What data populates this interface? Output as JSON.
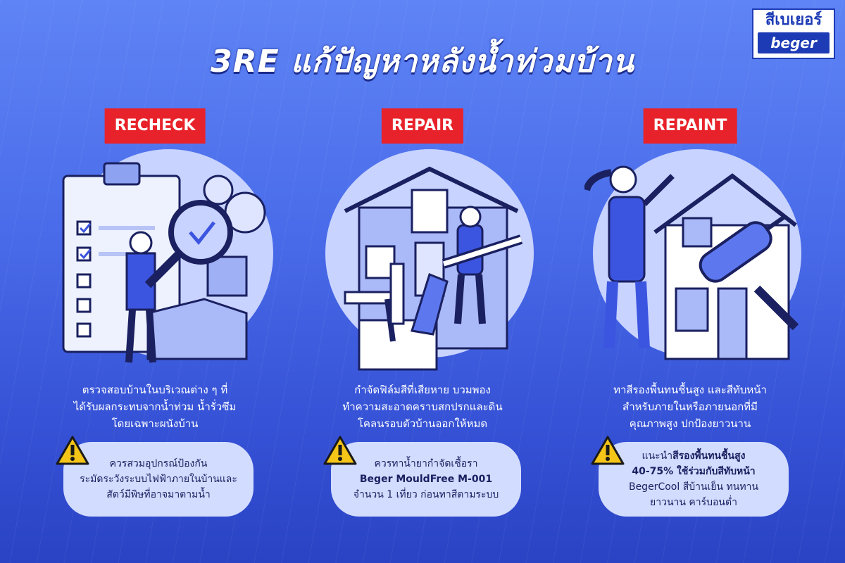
{
  "title": "3RE แก้ปัญหาหลังน้ำท่วมบ้าน",
  "logo": {
    "thai": "สีเบเยอร์",
    "latin": "beger"
  },
  "sections": [
    {
      "label": "RECHECK",
      "illustration": "clipboard-magnifier-icon",
      "desc": [
        "ตรวจสอบบ้านในบริเวณต่าง ๆ ที่",
        "ได้รับผลกระทบจากน้ำท่วม น้ำรั่วซึม",
        "โดยเฉพาะผนังบ้าน"
      ],
      "tip": [
        "ควรสวมอุปกรณ์ป้องกัน",
        "ระมัดระวังระบบไฟฟ้าภายในบ้านและ",
        "สัตว์มีพิษที่อาจมาตามน้ำ"
      ]
    },
    {
      "label": "REPAIR",
      "illustration": "house-repair-toolbox-icon",
      "desc": [
        "กำจัดฟิล์มสีที่เสียหาย บวมพอง",
        "ทำความสะอาดคราบสกปรกและดิน",
        "โคลนรอบตัวบ้านออกให้หมด"
      ],
      "tip": [
        "ควรทาน้ำยากำจัดเชื้อรา",
        "Beger MouldFree M-001",
        "จำนวน 1 เที่ยว ก่อนทาสีตามระบบ"
      ]
    },
    {
      "label": "REPAINT",
      "illustration": "woman-paint-roller-icon",
      "desc": [
        "ทาสีรองพื้นทนชื้นสูง และสีทับหน้า",
        "สำหรับภายในหรือภายนอกที่มี",
        "คุณภาพสูง ปกป้องยาวนาน"
      ],
      "tip_prefix": "แนะนำ",
      "tip_bold": "สีรองพื้นทนชื้นสูง",
      "tip": [
        "40-75% ใช้ร่วมกับสีทับหน้า",
        "BegerCool สีบ้านเย็น ทนทาน",
        "ยาวนาน คาร์บอนต่ำ"
      ]
    }
  ],
  "colors": {
    "label_bg": "#e8222a",
    "tip_bg": "#d2dcff",
    "warning": "#f5c518"
  }
}
